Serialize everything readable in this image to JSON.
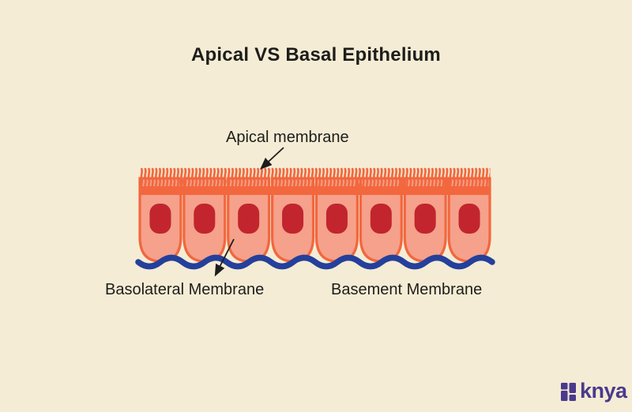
{
  "title": "Apical VS Basal Epithelium",
  "labels": {
    "apical": "Apical membrane",
    "basolateral": "Basolateral Membrane",
    "basement": "Basement Membrane"
  },
  "logo": {
    "text": "knya"
  },
  "diagram": {
    "description": "Row of columnar epithelial cells with apical microvilli brush border, red nuclei, and a wavy blue basement membrane beneath",
    "cell_count": 8,
    "colors": {
      "background": "#F5ECD5",
      "cell_body": "#F5A18B",
      "cell_outline": "#F2673E",
      "nucleus": "#C2252E",
      "basement_membrane": "#24409B",
      "text": "#1D1D1B",
      "logo": "#4A3A8C"
    }
  }
}
